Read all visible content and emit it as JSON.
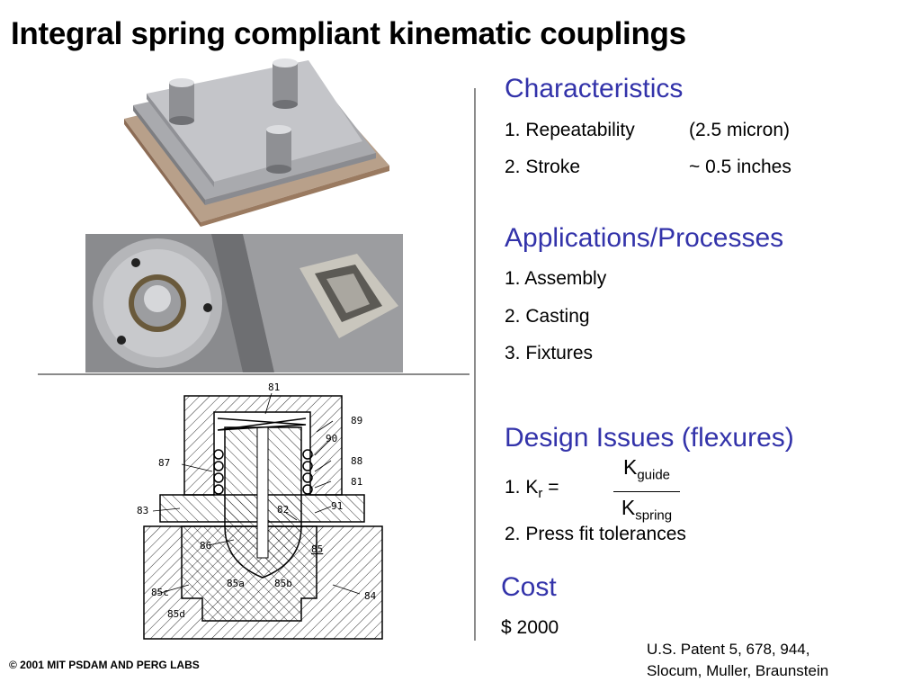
{
  "title": "Integral spring compliant kinematic couplings",
  "characteristics": {
    "heading": "Characteristics",
    "items": [
      {
        "label": "1. Repeatability",
        "value": "(2.5 micron)"
      },
      {
        "label": "2. Stroke",
        "value": "~ 0.5 inches"
      }
    ]
  },
  "applications": {
    "heading": "Applications/Processes",
    "items": [
      "1. Assembly",
      "2. Casting",
      "3. Fixtures"
    ]
  },
  "design": {
    "heading": "Design Issues (flexures)",
    "item1_prefix": "1.  K",
    "item1_sub": "r",
    "item1_eq": " =",
    "frac_num_base": "K",
    "frac_num_sub": "guide",
    "frac_den_base": "K",
    "frac_den_sub": "spring",
    "item2": "2.  Press fit tolerances"
  },
  "cost": {
    "heading": "Cost",
    "value": "$ 2000"
  },
  "patent": {
    "line1": "U.S. Patent 5, 678, 944,",
    "line2": "Slocum, Muller, Braunstein"
  },
  "copyright": "© 2001 MIT PSDAM AND PERG LABS",
  "drawing_labels": [
    "81",
    "89",
    "90",
    "88",
    "81",
    "87",
    "83",
    "82",
    "91",
    "86",
    "85",
    "85a",
    "85b",
    "85c",
    "85d",
    "84"
  ],
  "colors": {
    "heading_blue": "#3333aa",
    "divider_gray": "#8a8a8a"
  }
}
